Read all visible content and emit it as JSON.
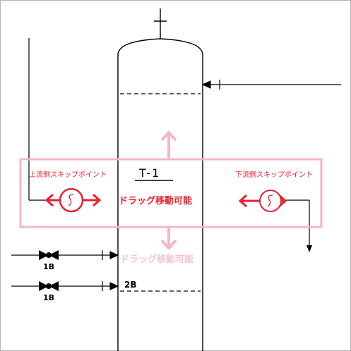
{
  "tower": {
    "tag": "T-1",
    "lower_nozzle_label": "2B"
  },
  "upstream_skip_point": {
    "label": "上流側スキップポイント"
  },
  "downstream_skip_point": {
    "label": "下流側スキップポイント"
  },
  "drag_hint": {
    "text": "ドラッグ移動可能"
  },
  "drag_hint_ghost": {
    "text": "ドラッグ移動可能"
  },
  "valves": [
    {
      "label": "1B"
    },
    {
      "label": "1B"
    }
  ],
  "colors": {
    "line": "#000000",
    "highlight_red": "#e8212e",
    "selection_pink": "#f7b6c8",
    "ghost_pink": "#f9c3d3",
    "frame_gray": "#b5b5b5"
  }
}
